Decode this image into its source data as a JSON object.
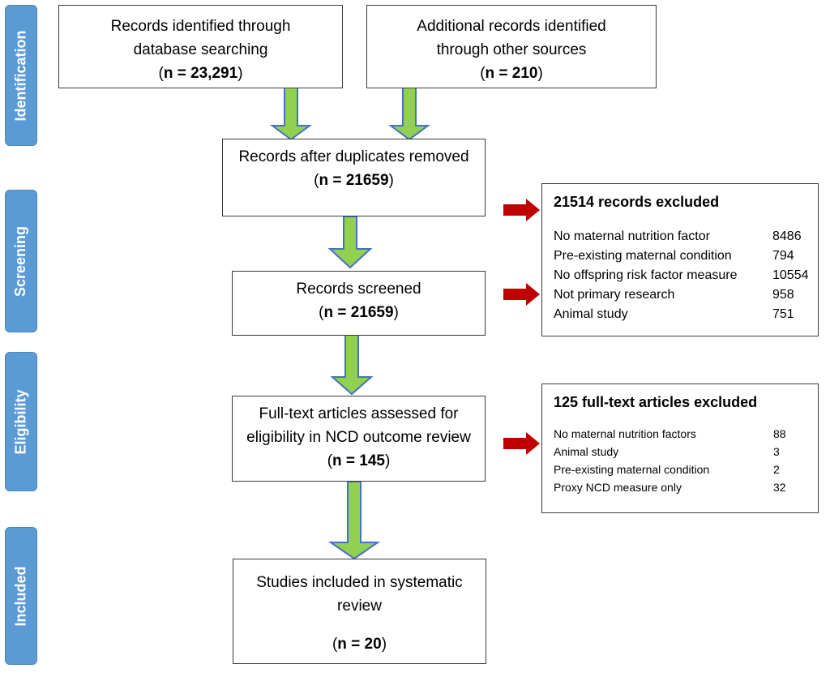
{
  "phases": [
    {
      "label": "Identification"
    },
    {
      "label": "Screening"
    },
    {
      "label": "Eligibility"
    },
    {
      "label": "Included"
    }
  ],
  "boxes": {
    "database": {
      "line1": "Records identified through",
      "line2": "database searching",
      "n_prefix": "(",
      "n": "n = 23,291",
      "n_suffix": ")"
    },
    "other": {
      "line1": "Additional records identified",
      "line2": "through other sources",
      "n_prefix": "(",
      "n": "n = 210",
      "n_suffix": ")"
    },
    "duplicates": {
      "line1": "Records after duplicates removed",
      "n_prefix": "(",
      "n": "n = 21659",
      "n_suffix": ")"
    },
    "screened": {
      "line1": "Records screened",
      "n_prefix": "(",
      "n": "n = 21659",
      "n_suffix": ")"
    },
    "fulltext": {
      "line1": "Full-text articles assessed for",
      "line2": "eligibility in NCD outcome review",
      "n_prefix": "(",
      "n": "n = 145",
      "n_suffix": ")"
    },
    "included": {
      "line1": "Studies included in systematic",
      "line2": "review",
      "n_prefix": "(",
      "n": "n = 20",
      "n_suffix": ")"
    }
  },
  "exclusions_screening": {
    "title": "21514 records excluded",
    "rows": [
      {
        "label": "No maternal nutrition factor",
        "value": "8486"
      },
      {
        "label": "Pre-existing maternal condition",
        "value": "794"
      },
      {
        "label": "No offspring risk factor measure",
        "value": "10554"
      },
      {
        "label": "Not primary research",
        "value": "958"
      },
      {
        "label": "Animal study",
        "value": "751"
      }
    ]
  },
  "exclusions_eligibility": {
    "title": "125 full-text articles excluded",
    "rows": [
      {
        "label": "No maternal nutrition factors",
        "value": "88"
      },
      {
        "label": "Animal study",
        "value": "3"
      },
      {
        "label": "Pre-existing maternal condition",
        "value": "2"
      },
      {
        "label": "Proxy NCD measure only",
        "value": "32"
      }
    ]
  },
  "colors": {
    "phase": "#5b9bd5",
    "flow_arrow": "#92d050",
    "exclusion_arrow": "#c00000"
  }
}
